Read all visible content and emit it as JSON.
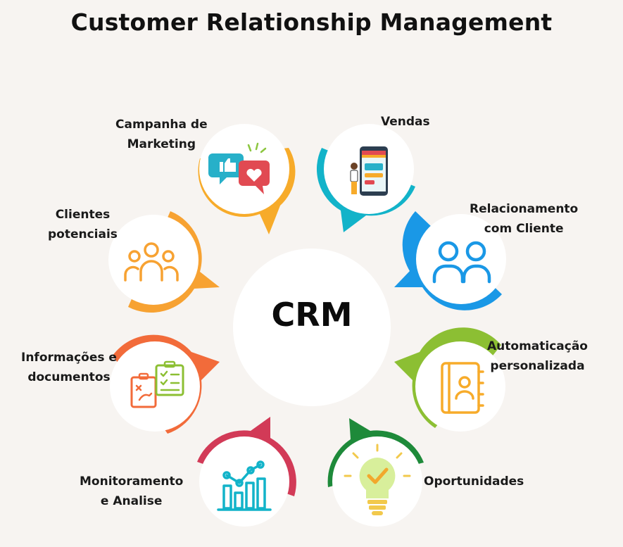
{
  "title": "Customer Relationship Management",
  "center": "CRM",
  "nodes": [
    {
      "id": "campanha",
      "lines": [
        "Campanha de",
        "Marketing"
      ],
      "color": "#f7ab2a",
      "icon": "thumbs-up-heart-chat-icon"
    },
    {
      "id": "vendas",
      "lines": [
        "Vendas"
      ],
      "color": "#12b3c9",
      "icon": "mobile-storefront-seller-icon"
    },
    {
      "id": "relacionamento",
      "lines": [
        "Relacionamento",
        "com Cliente"
      ],
      "color": "#1a98e6",
      "icon": "two-users-icon"
    },
    {
      "id": "automaticacao",
      "lines": [
        "Automaticação",
        "personalizada"
      ],
      "color": "#8cbf33",
      "icon": "contact-book-icon"
    },
    {
      "id": "oportunidades",
      "lines": [
        "Oportunidades"
      ],
      "color": "#1e8a3a",
      "icon": "light-bulb-check-icon"
    },
    {
      "id": "monitoramento",
      "lines": [
        "Monitoramento",
        "e Analise"
      ],
      "color": "#d23a57",
      "icon": "bar-chart-trend-icon"
    },
    {
      "id": "informacoes",
      "lines": [
        "Informações e",
        "documentos"
      ],
      "color": "#f26b3a",
      "icon": "clipboards-checklist-icon"
    },
    {
      "id": "clientes",
      "lines": [
        "Clientes",
        "potenciais"
      ],
      "color": "#f7a232",
      "icon": "three-users-group-icon"
    }
  ]
}
